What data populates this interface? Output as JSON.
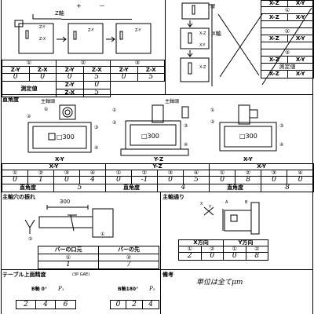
{
  "top": {
    "z_axis_label": "Z軸",
    "plus": "+",
    "minus": "－",
    "box1_label": "Z-Y",
    "box1_label2": "Z-X",
    "box2_label": "Z-Y",
    "box3_label": "Z-Y",
    "x_axis_label": "X軸",
    "x_circle_3": "③",
    "right_box_labels": [
      "X-Z",
      "X-Y",
      "X-Z"
    ],
    "left_table": {
      "nums": [
        "①",
        "②",
        "③"
      ],
      "headers": [
        "Z-Y",
        "Z-X",
        "Z-Y",
        "Z-X",
        "Z-Y",
        "Z-X"
      ],
      "values": [
        "0",
        "0",
        "0",
        "5",
        "0",
        "5"
      ],
      "measured_label": "測定値",
      "m_headers": [
        "Z-Y",
        "Z-X"
      ],
      "m_values": [
        "0",
        "5"
      ]
    },
    "right_table": {
      "headers": [
        "X-Z",
        "X-Y"
      ],
      "nums": [
        "①",
        "②",
        "③"
      ],
      "pairs": [
        [
          "X-Z",
          "X-Y"
        ],
        [
          "X-Z",
          "X-Y"
        ],
        [
          "X-Z",
          "X-Y"
        ]
      ],
      "measured_label": "測定値",
      "m_headers": [
        "X-Z",
        "X-Y"
      ]
    }
  },
  "squareness": {
    "title": "直角度",
    "spindle_head": "主軸頭",
    "spindle_head2": "主軸頭",
    "box_label": "□300",
    "nums": [
      "①",
      "②",
      "③",
      "④"
    ],
    "diag1_label": "X-Y",
    "diag2_label": "Y-Z",
    "diag3_label": "X-Y",
    "table": {
      "groups": [
        "X-Y",
        "Y-Z",
        "X-Y"
      ],
      "nums": [
        "①",
        "②",
        "③",
        "④",
        "①",
        "②",
        "③",
        "④",
        "①",
        "②",
        "③",
        "④"
      ],
      "values": [
        "0",
        "1",
        "0",
        "4",
        "0",
        "-1",
        "0",
        "5",
        "0",
        "8",
        "0",
        "0"
      ],
      "result_label": "直角度",
      "results": [
        "5",
        "4",
        "8"
      ]
    }
  },
  "spindle_runout": {
    "title": "主軸穴の振れ",
    "dim": "300",
    "label_1": "①",
    "label_2": "②",
    "table": {
      "headers": [
        "バーの口元",
        "バーの先"
      ],
      "nums": [
        "①",
        "②"
      ],
      "values": [
        "1",
        "7"
      ]
    }
  },
  "spindle_alignment": {
    "title": "主軸通り",
    "axis_x": "X",
    "axis_y": "Y",
    "pos_a": "A",
    "pos_b": "B",
    "table": {
      "headers": [
        "X方向",
        "Y方向"
      ],
      "nums": [
        "①",
        "②",
        "①",
        "②"
      ],
      "values": [
        "2",
        "0",
        "0",
        "8"
      ]
    }
  },
  "table_top": {
    "title": "テーブル上面精度",
    "note": "(3P GAE)",
    "b0_label": "B軸 0°",
    "b0_p": "P₁",
    "b180_label": "B軸180°",
    "b180_p": "P₂",
    "b0_values": [
      "2",
      "4",
      "6"
    ],
    "b180_values": [
      "0",
      "2",
      "4"
    ]
  },
  "remarks": {
    "title": "備考",
    "text": "単位は全てμm"
  }
}
